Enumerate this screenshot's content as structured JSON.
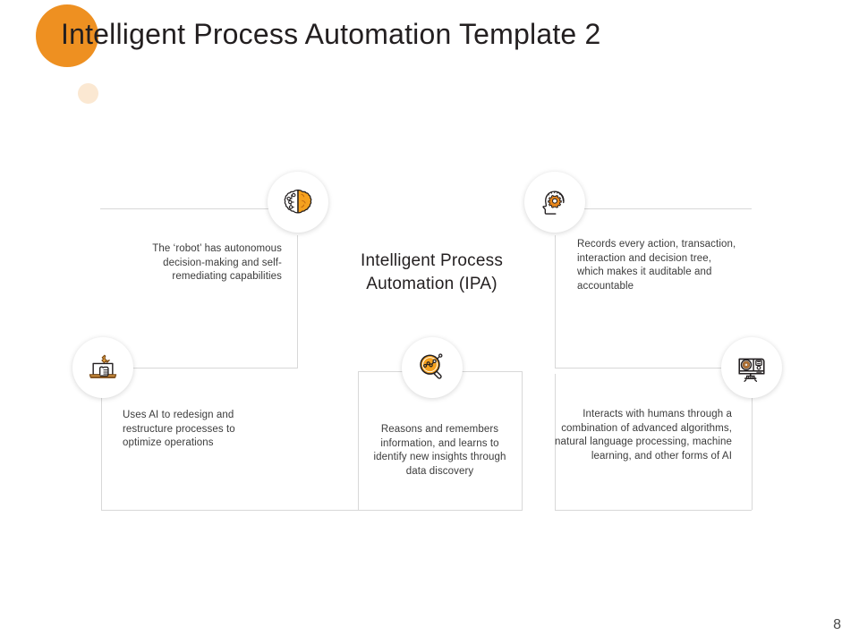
{
  "header": {
    "title": "Intelligent Process Automation Template 2",
    "accent_color": "#ee9021",
    "accent_soft_color": "#fbe8d2"
  },
  "center": {
    "line1": "Intelligent Process",
    "line2": "Automation  (IPA)"
  },
  "nodes": [
    {
      "id": "autonomous-decision",
      "icon": "brain-circuit-icon",
      "text": "The ‘robot’ has autonomous decision-making and self-remediating capabilities",
      "align": "right"
    },
    {
      "id": "redesign-processes",
      "icon": "laptop-wrench-icon",
      "text": "Uses AI to redesign and restructure processes to optimize operations",
      "align": "left"
    },
    {
      "id": "data-discovery",
      "icon": "magnifier-data-icon",
      "text": "Reasons and remembers information, and learns to identify new insights through data discovery",
      "align": "center"
    },
    {
      "id": "audit-trail",
      "icon": "head-gear-icon",
      "text": "Records every action, transaction, interaction and decision tree, which makes it auditable and accountable",
      "align": "left"
    },
    {
      "id": "human-interaction",
      "icon": "monitor-camera-icon",
      "text": "Interacts with humans through a combination of advanced algorithms, natural language processing, machine learning, and other forms of AI",
      "align": "right"
    }
  ],
  "footer": {
    "page_number": "8"
  },
  "palette": {
    "line": "#d8d8d8",
    "text": "#3b3b3b",
    "title": "#231f20",
    "icon_orange": "#f5a11e",
    "icon_dark": "#231f20",
    "icon_brown": "#8a5a2b"
  }
}
